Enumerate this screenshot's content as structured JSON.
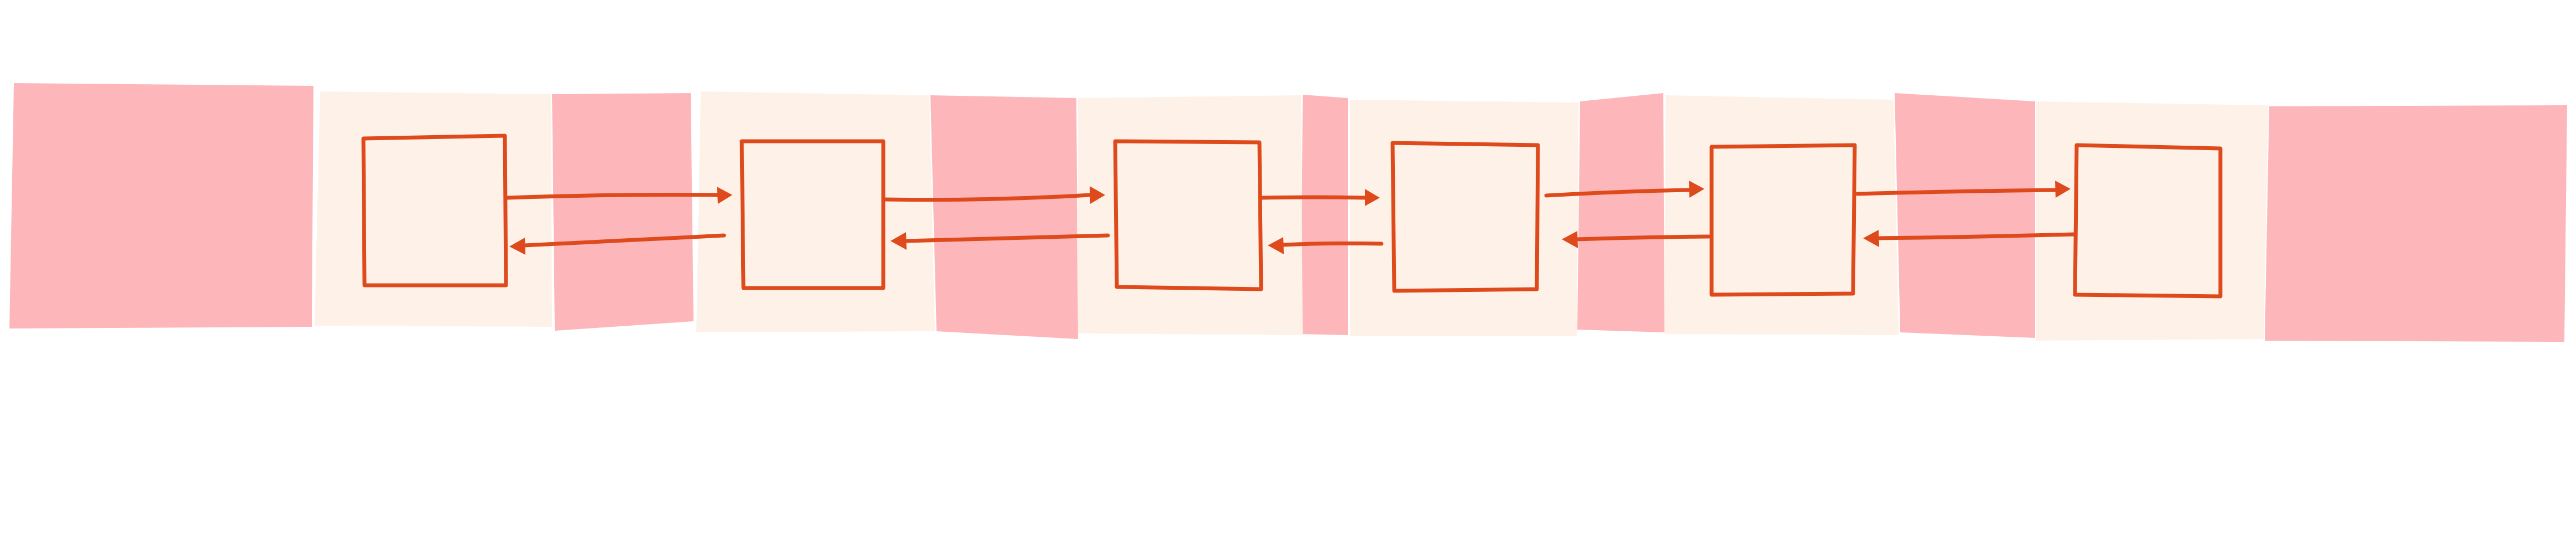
{
  "diagram": {
    "type": "doubly-linked-list",
    "style": "hand-drawn",
    "node_count": 6,
    "nodes": [
      {
        "label": ""
      },
      {
        "label": ""
      },
      {
        "label": ""
      },
      {
        "label": ""
      },
      {
        "label": ""
      },
      {
        "label": ""
      }
    ],
    "links": {
      "forward": "next-arrow",
      "backward": "prev-arrow"
    },
    "colors": {
      "background": "#ffffff",
      "gap_band": "#fdb6ba",
      "cell_band": "#fef2e8",
      "node_fill": "#fef2e8",
      "stroke": "#de4a1c"
    }
  }
}
